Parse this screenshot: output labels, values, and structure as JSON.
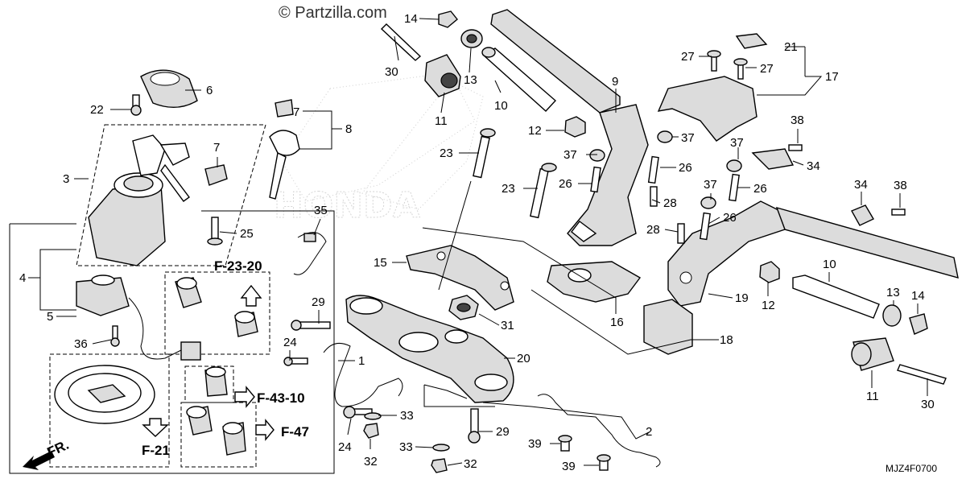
{
  "watermark": "© Partzilla.com",
  "diagram_code": "MJZ4F0700",
  "direction_label": "FR.",
  "reference_labels": {
    "f_23_20": "F-23-20",
    "f_43_10": "F-43-10",
    "f_47": "F-47",
    "f_21": "F-21"
  },
  "callouts": {
    "c14a": "14",
    "c30a": "30",
    "c13a": "13",
    "c10a": "10",
    "c11a": "11",
    "c6": "6",
    "c22": "22",
    "c7a": "7",
    "c8": "8",
    "c7b": "7",
    "c3": "3",
    "c9": "9",
    "c12a": "12",
    "c23a": "23",
    "c23b": "23",
    "c37a": "37",
    "c26a": "26",
    "c26b": "26",
    "c27a": "27",
    "c27b": "27",
    "c21": "21",
    "c17": "17",
    "c37b": "37",
    "c38a": "38",
    "c37c": "37",
    "c34a": "34",
    "c26c": "26",
    "c37d": "37",
    "c28a": "28",
    "c28b": "28",
    "c26d": "26",
    "c34b": "34",
    "c38b": "38",
    "c25": "25",
    "c35": "35",
    "c15": "15",
    "c4": "4",
    "c5": "5",
    "c36": "36",
    "c29a": "29",
    "c24a": "24",
    "c1": "1",
    "c31": "31",
    "c20": "20",
    "c16": "16",
    "c10b": "10",
    "c19": "19",
    "c12b": "12",
    "c13b": "13",
    "c14b": "14",
    "c18": "18",
    "c11b": "11",
    "c30b": "30",
    "c33a": "33",
    "c29b": "29",
    "c2": "2",
    "c24b": "24",
    "c33b": "33",
    "c32a": "32",
    "c32b": "32",
    "c39a": "39",
    "c39b": "39"
  }
}
